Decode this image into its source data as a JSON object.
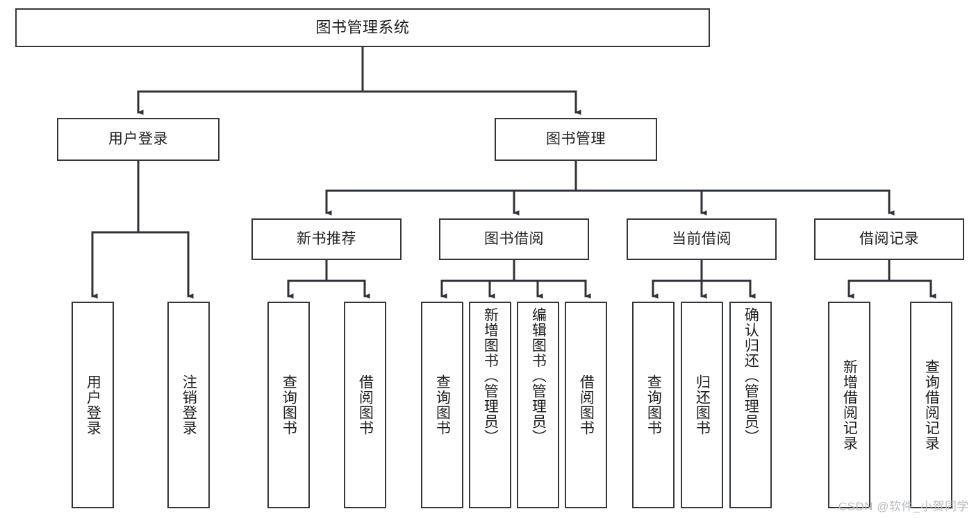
{
  "diagram": {
    "title": "图书管理系统",
    "type": "tree-hierarchy-diagram",
    "colors": {
      "box_border": "#33363b",
      "box_fill": "#ffffff",
      "connector": "#2f3237",
      "text": "#1c1c1c",
      "watermark": "#b9bcc0",
      "background": "#ffffff"
    },
    "root": {
      "label": "图书管理系统"
    },
    "level2": [
      {
        "label": "用户登录"
      },
      {
        "label": "图书管理"
      }
    ],
    "level3": [
      {
        "label": "新书推荐"
      },
      {
        "label": "图书借阅"
      },
      {
        "label": "当前借阅"
      },
      {
        "label": "借阅记录"
      }
    ],
    "leaves": {
      "user_login": [
        {
          "label": "用户登录"
        },
        {
          "label": "注销登录"
        }
      ],
      "new_book_recommend": [
        {
          "label": "查询图书"
        },
        {
          "label": "借阅图书"
        }
      ],
      "book_borrow": [
        {
          "label": "查询图书"
        },
        {
          "label": "新增图书（管理员）"
        },
        {
          "label": "编辑图书（管理员）"
        },
        {
          "label": "借阅图书"
        }
      ],
      "current_borrow": [
        {
          "label": "查询图书"
        },
        {
          "label": "归还图书"
        },
        {
          "label": "确认归还（管理员）"
        }
      ],
      "borrow_record": [
        {
          "label": "新增借阅记录"
        },
        {
          "label": "查询借阅记录"
        }
      ]
    }
  },
  "watermark": {
    "text": "CSDN @软件_小贺同学"
  }
}
